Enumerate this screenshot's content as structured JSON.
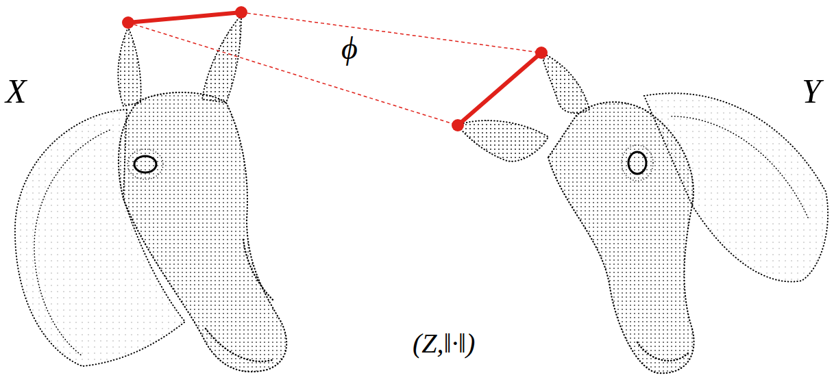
{
  "diagram": {
    "labels": [
      "X",
      "Y",
      "ϕ",
      "(Z,‖·‖)"
    ]
  }
}
